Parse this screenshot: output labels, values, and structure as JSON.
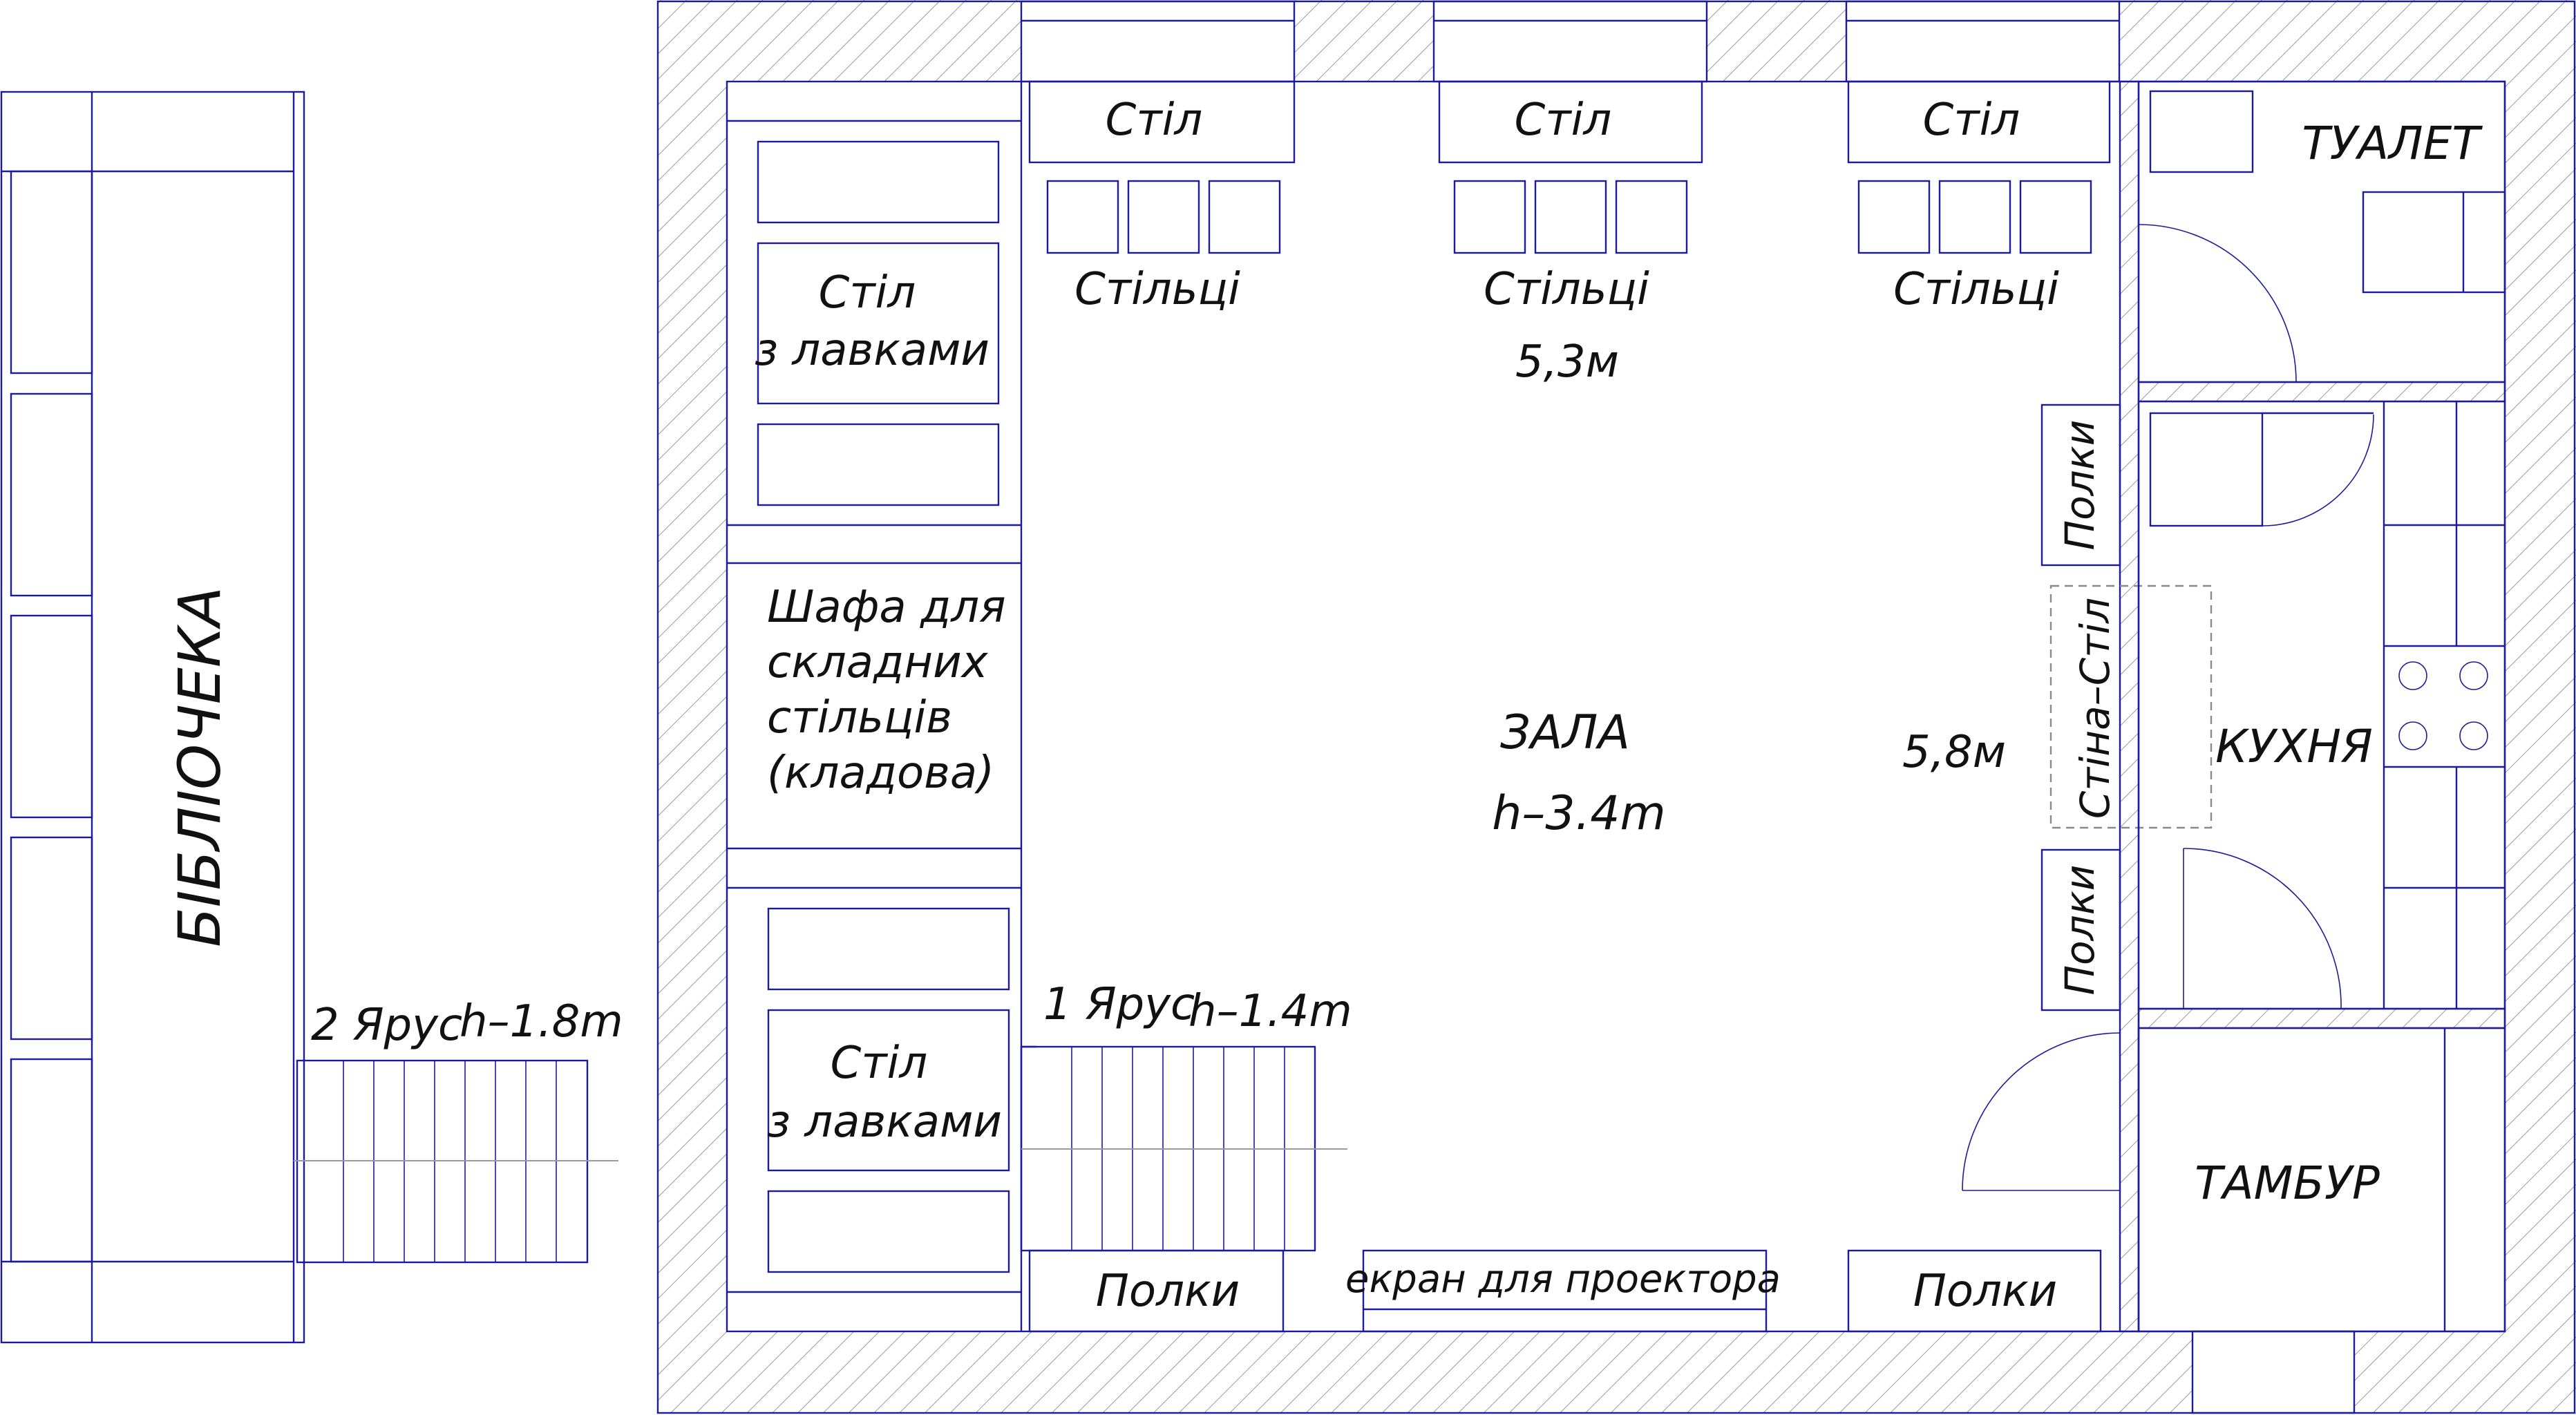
{
  "colors": {
    "line": "#1b1b9c",
    "hatch": "#9a9a9a",
    "text": "#111111",
    "background": "#ffffff"
  },
  "labels": {
    "library": "БІБЛІОЧЕКА",
    "tier2": "2 Ярус",
    "tier2_height": "h–1.8m",
    "tier1": "1 Ярус",
    "tier1_height": "h–1.4m",
    "hall": "ЗАЛА",
    "hall_height": "h–3.4m",
    "dim_width": "5,3м",
    "dim_height": "5,8м",
    "table": "Стіл",
    "chairs": "Стільці",
    "table_with_benches_1": "Стіл",
    "table_with_benches_2": "з лавками",
    "cabinet_1": "Шафа для",
    "cabinet_2": "складних",
    "cabinet_3": "стільців",
    "cabinet_4": "(кладова)",
    "shelves": "Полки",
    "screen": "екран для проектора",
    "toilet": "ТУАЛЕТ",
    "kitchen": "КУХНЯ",
    "vestibule": "ТАМБУР",
    "wall_table": "Стіна–Стіл"
  }
}
